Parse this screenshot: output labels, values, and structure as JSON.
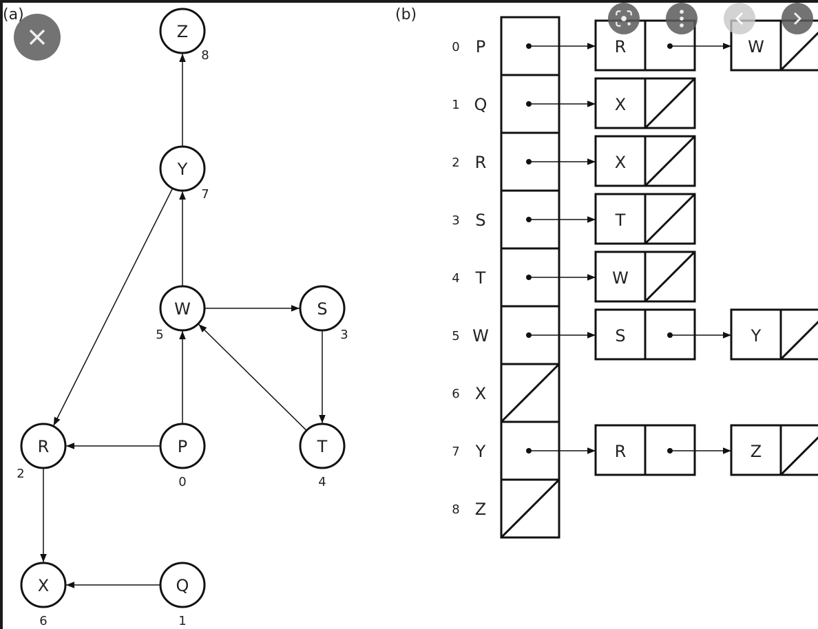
{
  "viewer": {
    "buttons": [
      {
        "name": "close",
        "icon": "close-icon"
      },
      {
        "name": "visual-search",
        "icon": "lens-icon"
      },
      {
        "name": "more-options",
        "icon": "more-vertical-icon"
      },
      {
        "name": "previous",
        "icon": "chevron-left-icon"
      },
      {
        "name": "next",
        "icon": "chevron-right-icon"
      }
    ]
  },
  "figure": {
    "panel_a_label": "(a)",
    "panel_b_label": "(b)",
    "graph": {
      "nodes": [
        {
          "id": "Z",
          "index": "8"
        },
        {
          "id": "Y",
          "index": "7"
        },
        {
          "id": "W",
          "index": "5"
        },
        {
          "id": "S",
          "index": "3"
        },
        {
          "id": "R",
          "index": "2"
        },
        {
          "id": "P",
          "index": "0"
        },
        {
          "id": "T",
          "index": "4"
        },
        {
          "id": "X",
          "index": "6"
        },
        {
          "id": "Q",
          "index": "1"
        }
      ],
      "edges": [
        [
          "Y",
          "Z"
        ],
        [
          "W",
          "Y"
        ],
        [
          "W",
          "S"
        ],
        [
          "S",
          "T"
        ],
        [
          "T",
          "W"
        ],
        [
          "P",
          "W"
        ],
        [
          "P",
          "R"
        ],
        [
          "Y",
          "R"
        ],
        [
          "R",
          "X"
        ],
        [
          "Q",
          "X"
        ]
      ]
    },
    "adjacency_list": [
      {
        "index": "0",
        "vertex": "P",
        "neighbors": [
          "R",
          "W"
        ]
      },
      {
        "index": "1",
        "vertex": "Q",
        "neighbors": [
          "X"
        ]
      },
      {
        "index": "2",
        "vertex": "R",
        "neighbors": [
          "X"
        ]
      },
      {
        "index": "3",
        "vertex": "S",
        "neighbors": [
          "T"
        ]
      },
      {
        "index": "4",
        "vertex": "T",
        "neighbors": [
          "W"
        ]
      },
      {
        "index": "5",
        "vertex": "W",
        "neighbors": [
          "S",
          "Y"
        ]
      },
      {
        "index": "6",
        "vertex": "X",
        "neighbors": []
      },
      {
        "index": "7",
        "vertex": "Y",
        "neighbors": [
          "R",
          "Z"
        ]
      },
      {
        "index": "8",
        "vertex": "Z",
        "neighbors": []
      }
    ]
  }
}
